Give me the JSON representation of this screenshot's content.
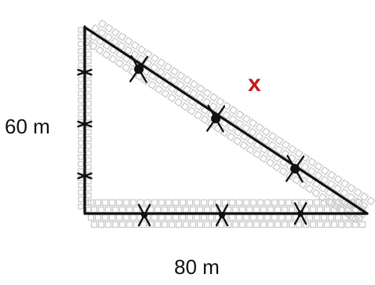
{
  "diagram": {
    "vertical_side_label": "60 m",
    "horizontal_side_label": "80 m",
    "marker_label": "x"
  },
  "colors": {
    "line": "#111111",
    "tile_stroke": "#c9c9c9",
    "marker": "#c8191e"
  }
}
